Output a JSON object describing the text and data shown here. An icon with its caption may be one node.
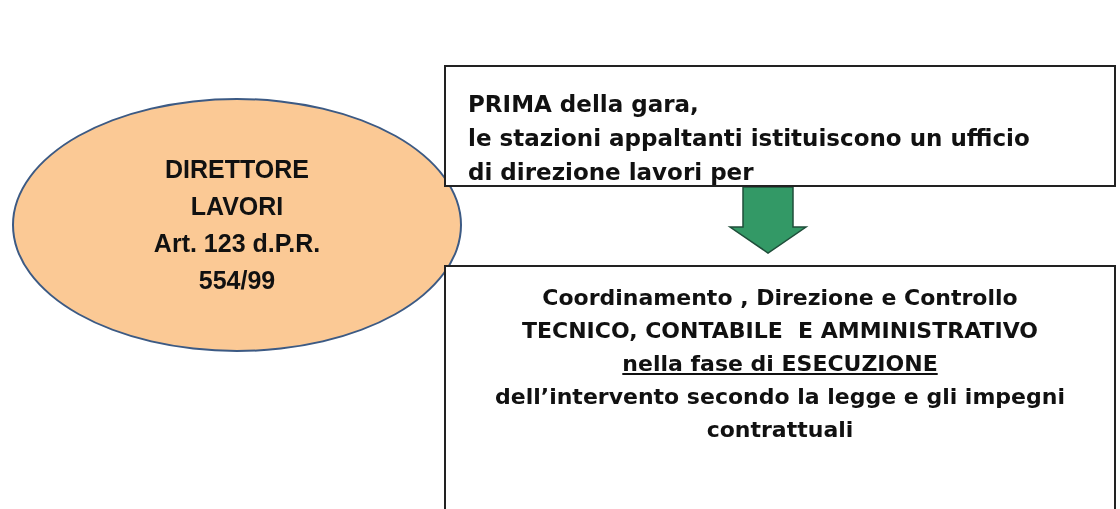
{
  "diagram": {
    "nodes": [
      {
        "text": [
          "DIRETTORE LAVORI",
          "Art. 123 d.P.R.  554/99"
        ]
      },
      {
        "text": [
          "PRIMA della gara,",
          "le stazioni appaltanti istituiscono un ufficio di direzione lavori per"
        ]
      },
      {
        "text": [
          "Coordinamento , Direzione e Controllo",
          "TECNICO, CONTABILE  E AMMINISTRATIVO",
          "nella fase di ESECUZIONE",
          "dell’intervento secondo la legge e gli impegni contrattuali"
        ]
      }
    ],
    "edges": [
      {
        "from": 1,
        "to": 2,
        "arrow": "to",
        "style": "thick",
        "color": "#339966"
      }
    ]
  }
}
